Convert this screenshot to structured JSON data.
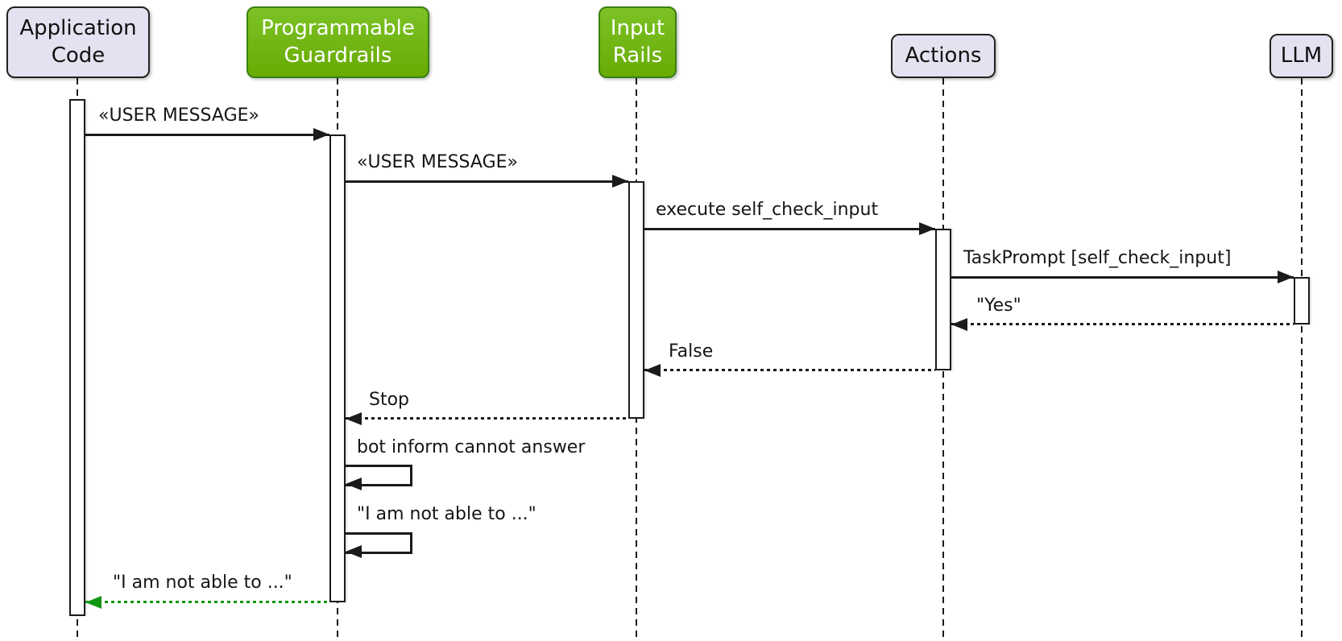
{
  "diagram_type": "uml-sequence",
  "participants": [
    {
      "id": "application-code",
      "label": "Application Code",
      "style": "default"
    },
    {
      "id": "programmable-guardrails",
      "label": "Programmable Guardrails",
      "style": "green"
    },
    {
      "id": "input-rails",
      "label": "Input Rails",
      "style": "green"
    },
    {
      "id": "actions",
      "label": "Actions",
      "style": "default"
    },
    {
      "id": "llm",
      "label": "LLM",
      "style": "default"
    }
  ],
  "messages": [
    {
      "from": "application-code",
      "to": "programmable-guardrails",
      "label": "«USER MESSAGE»",
      "line": "solid"
    },
    {
      "from": "programmable-guardrails",
      "to": "input-rails",
      "label": "«USER MESSAGE»",
      "line": "solid"
    },
    {
      "from": "input-rails",
      "to": "actions",
      "label": "execute self_check_input",
      "line": "solid"
    },
    {
      "from": "actions",
      "to": "llm",
      "label": "TaskPrompt [self_check_input]",
      "line": "solid"
    },
    {
      "from": "llm",
      "to": "actions",
      "label": "\"Yes\"",
      "line": "dotted-return"
    },
    {
      "from": "actions",
      "to": "input-rails",
      "label": "False",
      "line": "dotted-return"
    },
    {
      "from": "input-rails",
      "to": "programmable-guardrails",
      "label": "Stop",
      "line": "dotted-return"
    },
    {
      "from": "programmable-guardrails",
      "to": "programmable-guardrails",
      "label": "bot inform cannot answer",
      "line": "self-call"
    },
    {
      "from": "programmable-guardrails",
      "to": "programmable-guardrails",
      "label": "\"I am not able to ...\"",
      "line": "self-call"
    },
    {
      "from": "programmable-guardrails",
      "to": "application-code",
      "label": "\"I am not able to ...\"",
      "line": "dotted-return-green"
    }
  ],
  "colors": {
    "participant_fill": "#e2e2f0",
    "participant_border": "#23211e",
    "highlight_fill_top": "#7cc226",
    "highlight_fill_bottom": "#68ab04",
    "highlight_border": "#3a7f16",
    "arrow": "#1b1b1b",
    "return_green": "#129612",
    "background": "#ffffff"
  }
}
